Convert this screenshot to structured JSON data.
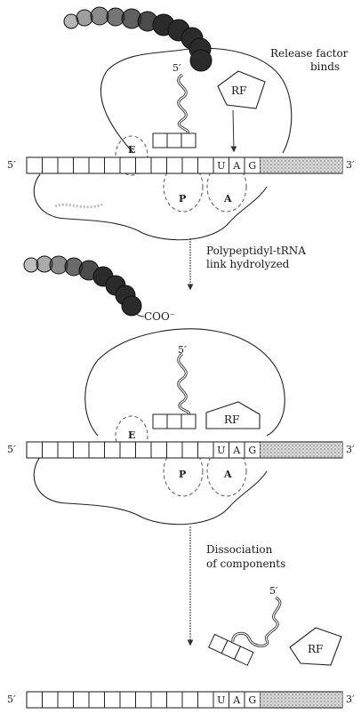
{
  "labels": {
    "step1_caption_line1": "Release factor",
    "step1_caption_line2": "binds",
    "step2_caption_line1": "Polypeptidyl-tRNA",
    "step2_caption_line2": "link hydrolyzed",
    "step3_caption_line1": "Dissociation",
    "step3_caption_line2": "of components",
    "carboxyl_group": "COO⁻",
    "release_factor": "RF",
    "five_prime": "5′",
    "three_prime": "3′",
    "site_e": "E",
    "site_p": "P",
    "site_a": "A",
    "stop_codon": [
      "U",
      "A",
      "G"
    ]
  },
  "colors": {
    "ink": "#1a1a1a",
    "bead_fill": "#2b2b2b",
    "mrna_shade": "#bdbdbd"
  }
}
